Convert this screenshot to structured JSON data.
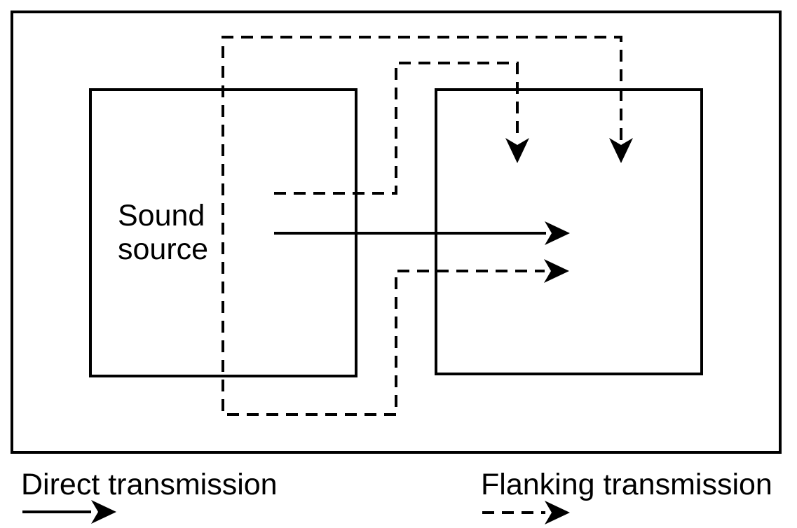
{
  "diagram": {
    "sound_source_label": {
      "line1": "Sound",
      "line2": "source"
    },
    "colors": {
      "line": "#000000",
      "background": "#ffffff"
    }
  },
  "legend": {
    "direct_label": "Direct transmission",
    "flanking_label": "Flanking transmission"
  }
}
